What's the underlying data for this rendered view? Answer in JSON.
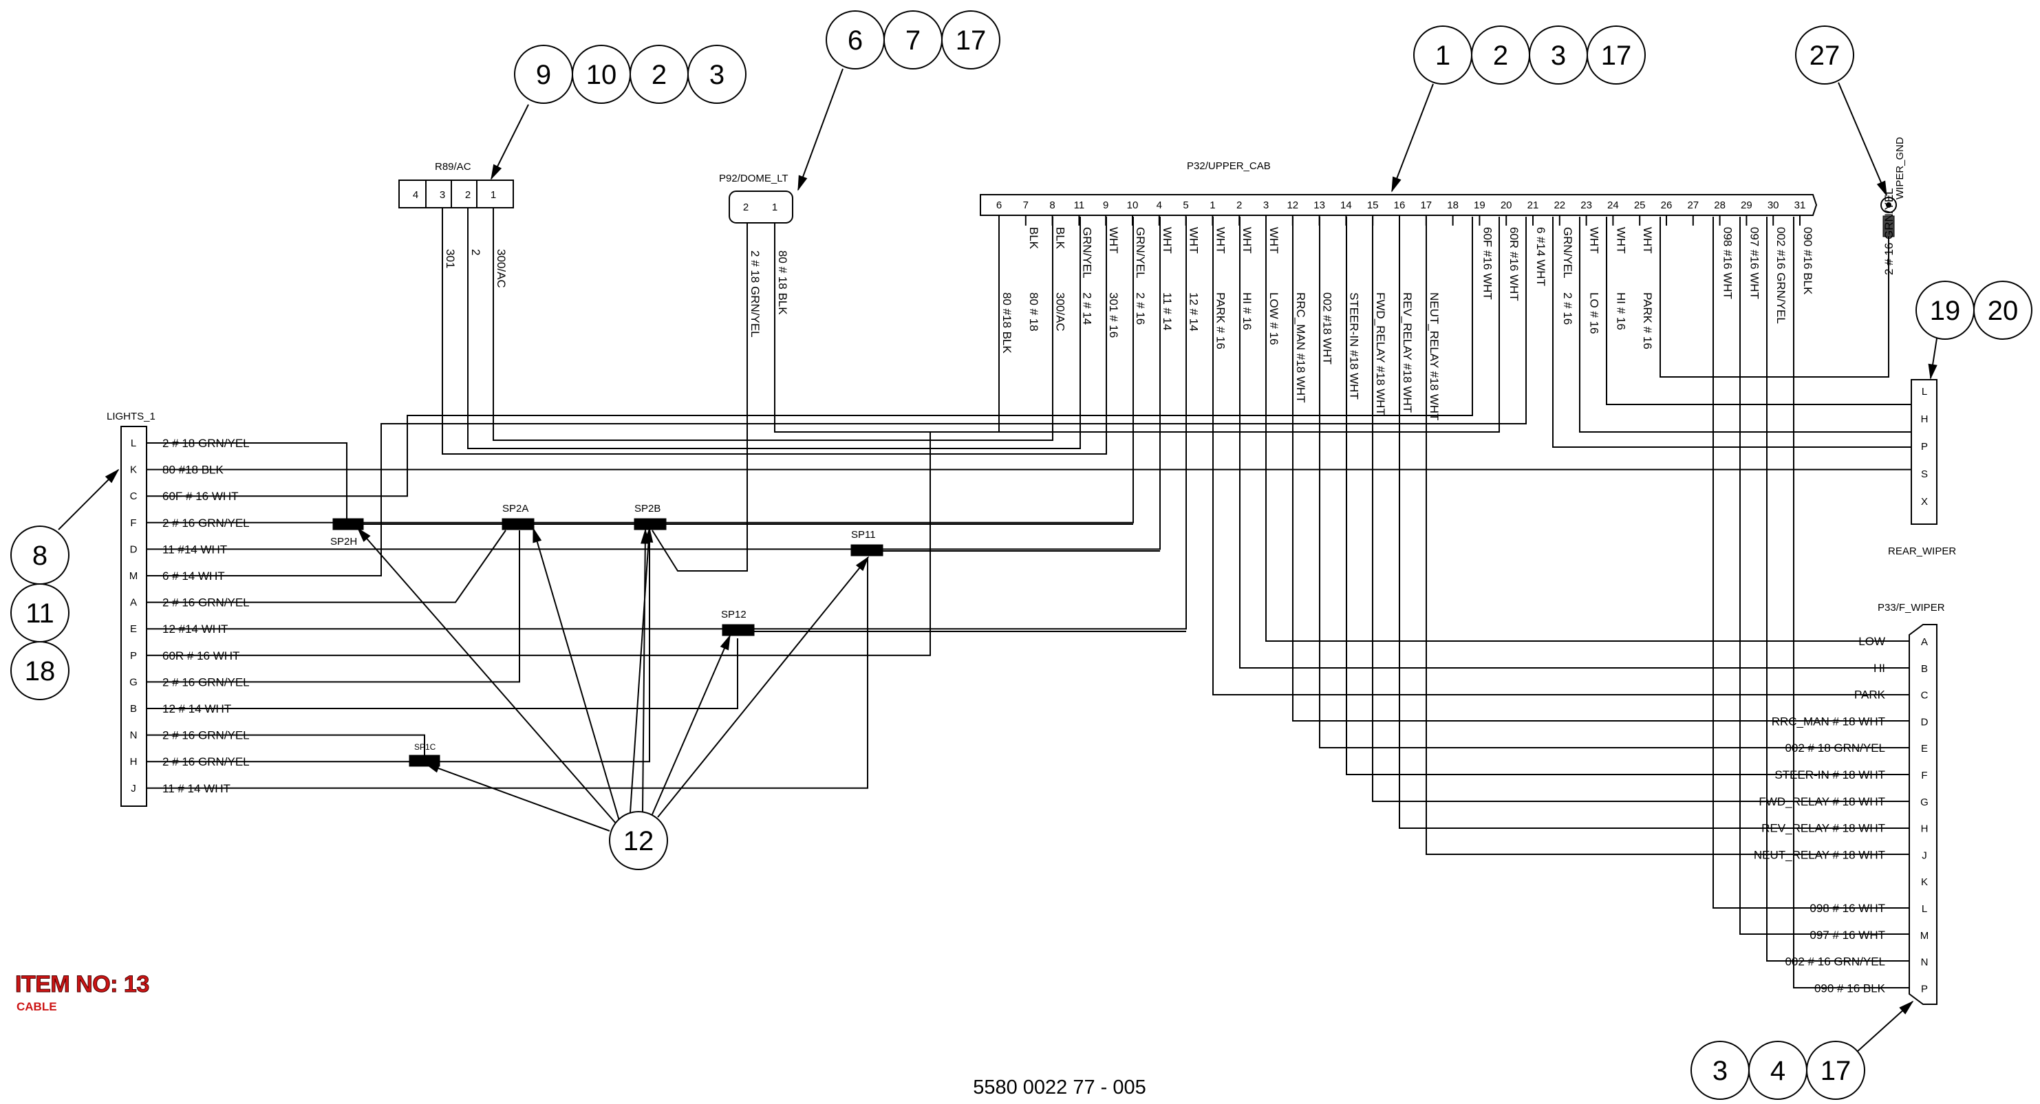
{
  "item": {
    "title": "ITEM NO: 13",
    "subtitle": "CABLE"
  },
  "part_number": "5580 0022 77 - 005",
  "connectors": {
    "r89": {
      "name": "R89/AC",
      "pins": [
        "4",
        "3",
        "2",
        "1"
      ],
      "wires": [
        "301",
        "2",
        "300/AC"
      ]
    },
    "p92": {
      "name": "P92/DOME_LT",
      "pins": [
        "2",
        "1"
      ],
      "wires": [
        "2 # 18  GRN/YEL",
        "80 # 18  BLK"
      ]
    },
    "p32": {
      "name": "P32/UPPER_CAB",
      "pins": [
        "6",
        "7",
        "8",
        "11",
        "9",
        "10",
        "4",
        "5",
        "1",
        "2",
        "3",
        "12",
        "13",
        "14",
        "15",
        "16",
        "17",
        "18",
        "19",
        "20",
        "21",
        "22",
        "23",
        "24",
        "25",
        "26",
        "27",
        "28",
        "29",
        "30",
        "31"
      ],
      "top_wires": [
        "BLK",
        "BLK",
        "GRN/YEL",
        "WHT",
        "GRN/YEL",
        "WHT",
        "WHT",
        "WHT",
        "WHT",
        "WHT",
        "60F #16 WHT",
        "60R #16 WHT",
        "6 #14 WHT",
        "GRN/YEL",
        "WHT",
        "WHT",
        "WHT",
        "098 #16 WHT",
        "097 #16 WHT",
        "002 #16 GRN/YEL",
        "090 #16 BLK"
      ],
      "bottom_wires": [
        "80 #18 BLK",
        "80 # 18",
        "300/AC",
        "2 # 14",
        "301 # 16",
        "2 # 16",
        "11 # 14",
        "12 # 14",
        "PARK # 16",
        "HI # 16",
        "LOW # 16",
        "RRC_MAN #18 WHT",
        "002 #18 WHT",
        "STEER-IN #18 WHT",
        "FWD_RELAY #18 WHT",
        "REV_RELAY #18 WHT",
        "NEUT_RELAY #18 WHT",
        "2 # 16",
        "LO # 16",
        "HI # 16",
        "PARK # 16"
      ]
    },
    "lights": {
      "name": "LIGHTS_1",
      "pins": [
        "L",
        "K",
        "C",
        "F",
        "D",
        "M",
        "A",
        "E",
        "P",
        "G",
        "B",
        "N",
        "H",
        "J"
      ],
      "wires": [
        "2 # 18    GRN/YEL",
        "80 #18 BLK",
        "60F  #  16    WHT",
        "2 # 16 GRN/YEL",
        "11 #14 WHT",
        "6  #  14    WHT",
        "2  #  16    GRN/YEL",
        "12 #14 WHT",
        "60R  #  16    WHT",
        "2  #  16    GRN/YEL",
        "12  #  14    WHT",
        "2  #  16    GRN/YEL",
        "2  #  16    GRN/YEL",
        "11  #  14    WHT"
      ]
    },
    "rear_wiper": {
      "name": "REAR_WIPER",
      "pins": [
        "L",
        "H",
        "P",
        "S",
        "X"
      ]
    },
    "f_wiper": {
      "name": "P33/F_WIPER",
      "pins": [
        "A",
        "B",
        "C",
        "D",
        "E",
        "F",
        "G",
        "H",
        "J",
        "K",
        "L",
        "M",
        "N",
        "P"
      ],
      "wires": [
        "LOW",
        "HI",
        "PARK",
        "RRC_MAN  #  18    WHT",
        "002  #  18    GRN/YEL",
        "STEER-IN    #  18    WHT",
        "FWD_RELAY  #  18    WHT",
        "REV_RELAY  #  18    WHT",
        "NEUT_RELAY  #  18    WHT",
        "",
        "098  #  16    WHT",
        "097  #  16    WHT",
        "002  #  16    GRN/YEL",
        "090  #  16    BLK"
      ]
    },
    "ground": {
      "name": "WIPER_GND",
      "wire": "2 # 16    GRN/YEL"
    }
  },
  "splices": [
    "SP2H",
    "SP2A",
    "SP2B",
    "SP11",
    "SP12",
    "SP1C"
  ],
  "callouts": {
    "r89": [
      "9",
      "10",
      "2",
      "3"
    ],
    "p92": [
      "6",
      "7",
      "17"
    ],
    "p32": [
      "1",
      "2",
      "3",
      "17"
    ],
    "ground": [
      "27"
    ],
    "rear": [
      "19",
      "20"
    ],
    "lights": [
      "8",
      "11",
      "18"
    ],
    "splices": [
      "12"
    ],
    "fwiper": [
      "3",
      "4",
      "17"
    ]
  }
}
